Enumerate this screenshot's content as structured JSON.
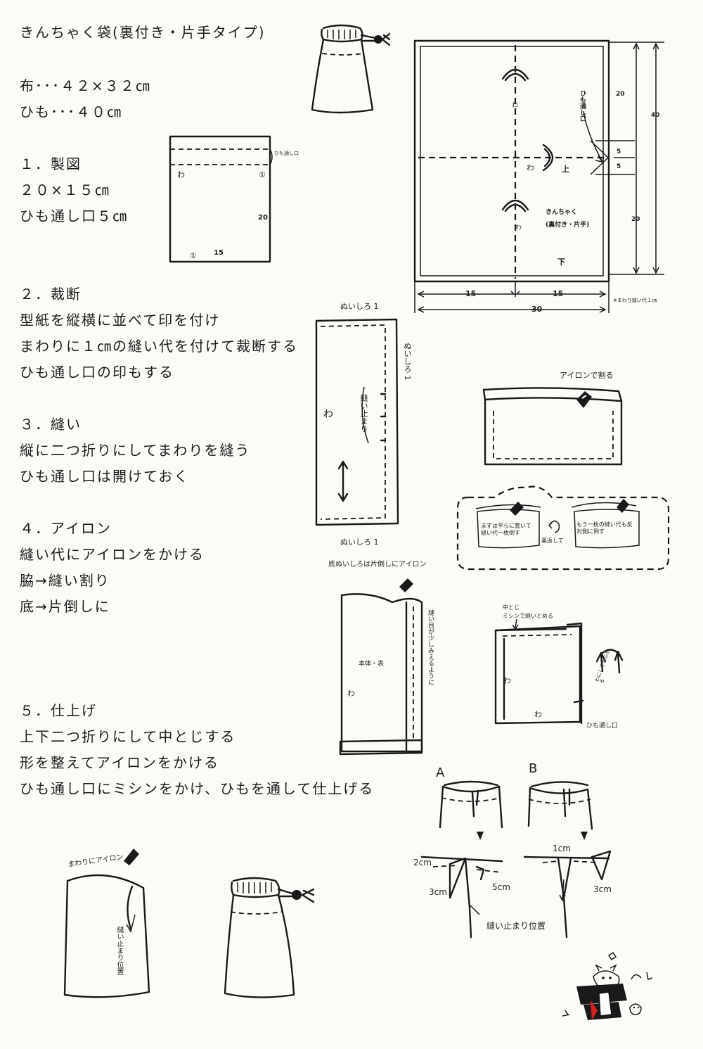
{
  "title": "きんちゃく袋(裏付き・片手タイプ)",
  "materials": {
    "cloth": "布･･･４２×３２㎝",
    "string": "ひも･･･４０㎝"
  },
  "steps": [
    {
      "heading": "１．製図",
      "lines": [
        "２０×１５㎝",
        "ひも通し口５㎝"
      ]
    },
    {
      "heading": "２．裁断",
      "lines": [
        "型紙を縦横に並べて印を付け",
        "まわりに１㎝の縫い代を付けて裁断する",
        "ひも通し口の印もする"
      ]
    },
    {
      "heading": "３．縫い",
      "lines": [
        "縦に二つ折りにしてまわりを縫う",
        "ひも通し口は開けておく"
      ]
    },
    {
      "heading": "４．アイロン",
      "lines": [
        "縫い代にアイロンをかける",
        "脇→縫い割り",
        "底→片倒しに"
      ]
    },
    {
      "heading": "５．仕上げ",
      "lines": [
        "上下二つ折りにして中とじする",
        "形を整えてアイロンをかける",
        "ひも通し口にミシンをかけ、ひもを通して仕上げる"
      ]
    }
  ],
  "draft": {
    "string_opening": "ひも通し口",
    "fold": "わ",
    "height": "20",
    "width": "15",
    "mark": "①"
  },
  "layout": {
    "fold": "わ",
    "up": "上",
    "down": "下",
    "string_opening": "ひも通し口",
    "name_line1": "きんちゃく",
    "name_line2": "(裏付き・片手)",
    "dim_20_top": "20",
    "dim_5_a": "5",
    "dim_5_b": "5",
    "dim_20_bottom": "20",
    "dim_40": "40",
    "dim_15_left": "15",
    "dim_15_right": "15",
    "dim_30": "30",
    "seam_note": "※まわり縫い代１㎝"
  },
  "sewing": {
    "seam_top": "ぬいしろ 1",
    "seam_right": "ぬいしろ 1",
    "seam_bottom": "ぬいしろ 1",
    "stop_point": "縫い止まり",
    "fold": "わ"
  },
  "iron": {
    "press_open": "アイロンで割る",
    "note_left": "まずは平らに置いて縫い代一枚倒す",
    "flip": "裏返して",
    "note_right": "もう一枚の縫い代も反対側に倒す",
    "bottom_note": "底ぬいしろは片倒しにアイロン",
    "body": "本体・表",
    "fold": "わ",
    "seam_visible": "縫い目が少しみえるように",
    "tack_label": "中とじ",
    "tack_note": "ミシンで縫いとめる",
    "fold_a": "わ",
    "fold_b": "わ",
    "fold_over": "わにしてかぶせる",
    "string_opening": "ひも通し口"
  },
  "finish": {
    "label_a": "A",
    "label_b": "B",
    "cm2": "2cm",
    "cm3_a": "3cm",
    "cm5": "5cm",
    "cm1": "1cm",
    "cm3_b": "3cm",
    "stop_position": "縫い止まり位置",
    "iron_around": "まわりにアイロン",
    "stop_position_v": "縫い止まり位置"
  }
}
